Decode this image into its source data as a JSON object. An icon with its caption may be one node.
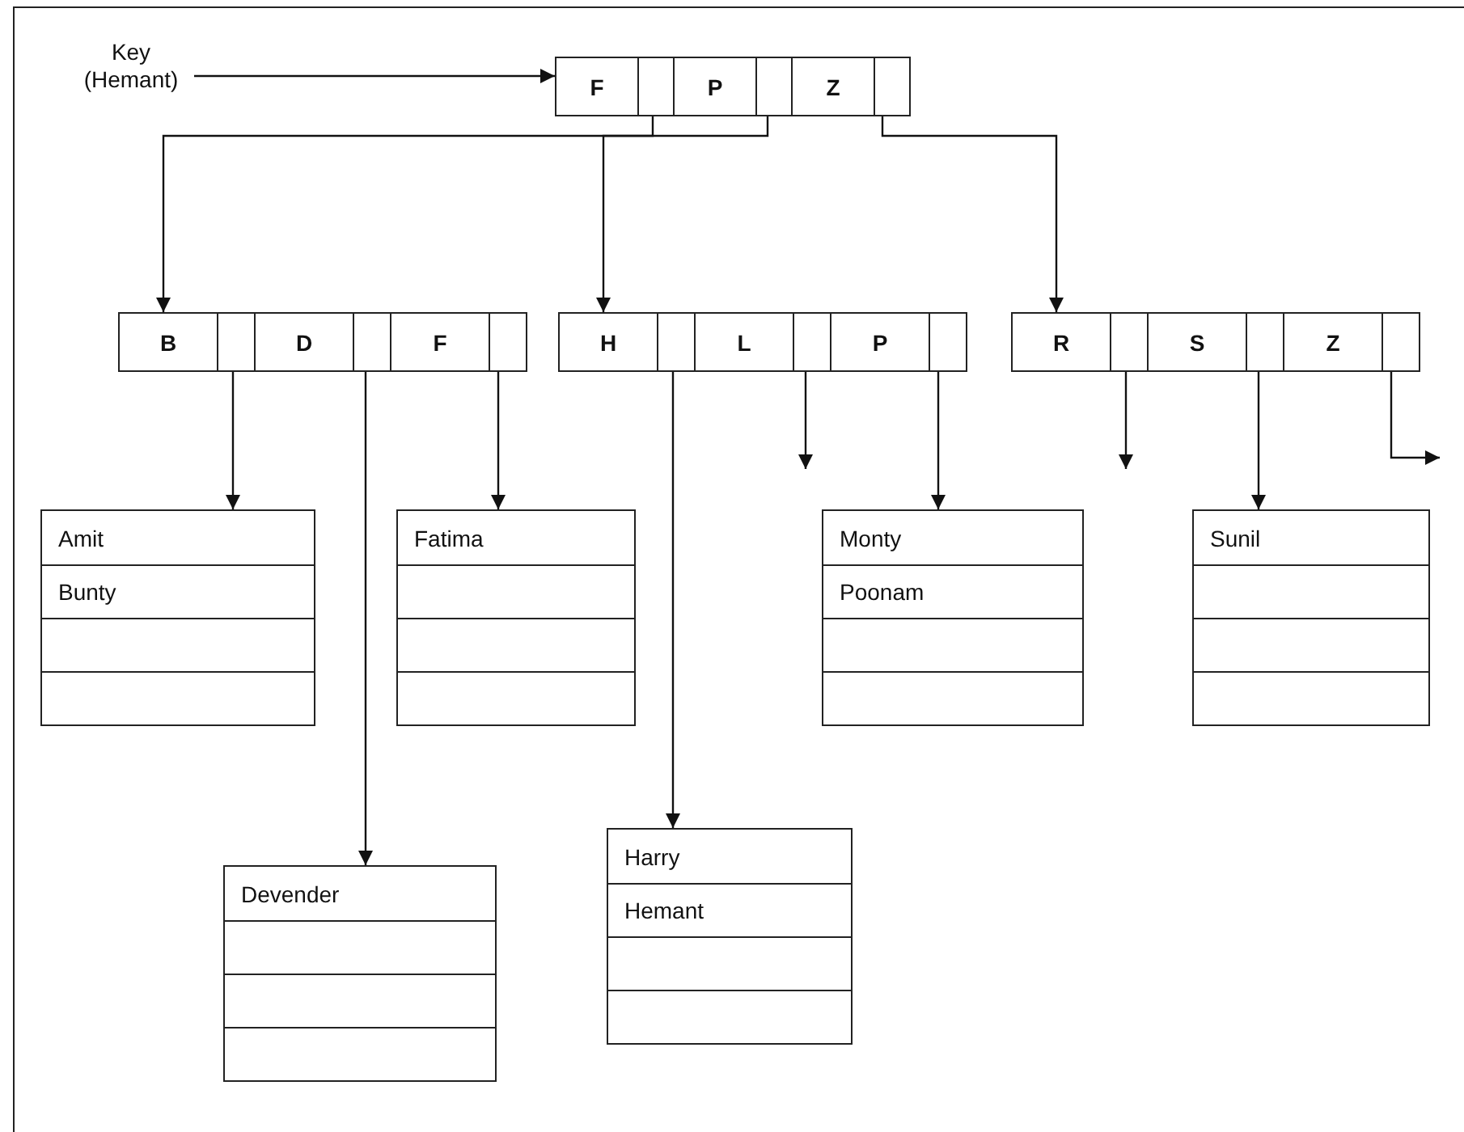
{
  "diagram": {
    "nodes": [
      {
        "text": [
          "Key (Hemant)"
        ]
      },
      {
        "text": [
          "F",
          "P",
          "Z"
        ]
      },
      {
        "text": [
          "B",
          "D",
          "F"
        ]
      },
      {
        "text": [
          "H",
          "L",
          "P"
        ]
      },
      {
        "text": [
          "R",
          "S",
          "Z"
        ]
      },
      {
        "text": [
          "Amit",
          "Bunty"
        ]
      },
      {
        "text": [
          "Fatima"
        ]
      },
      {
        "text": [
          "Monty",
          "Poonam"
        ]
      },
      {
        "text": [
          "Sunil"
        ]
      },
      {
        "text": [
          "Devender"
        ]
      },
      {
        "text": [
          "Harry",
          "Hemant"
        ]
      }
    ],
    "edges": [
      {
        "from": 0,
        "to": 1,
        "arrow": "to"
      },
      {
        "from": 1,
        "to": 2,
        "arrow": "to"
      },
      {
        "from": 1,
        "to": 3,
        "arrow": "to"
      },
      {
        "from": 1,
        "to": 4,
        "arrow": "to"
      },
      {
        "from": 2,
        "to": 5,
        "arrow": "to"
      },
      {
        "from": 2,
        "to": 9,
        "arrow": "to"
      },
      {
        "from": 2,
        "to": 6,
        "arrow": "to"
      },
      {
        "from": 3,
        "to": 10,
        "arrow": "to"
      },
      {
        "from": 3,
        "to": null,
        "arrow": "to"
      },
      {
        "from": 3,
        "to": 7,
        "arrow": "to"
      },
      {
        "from": 4,
        "to": null,
        "arrow": "to"
      },
      {
        "from": 4,
        "to": 8,
        "arrow": "to"
      },
      {
        "from": 4,
        "to": null,
        "arrow": "to"
      }
    ]
  }
}
